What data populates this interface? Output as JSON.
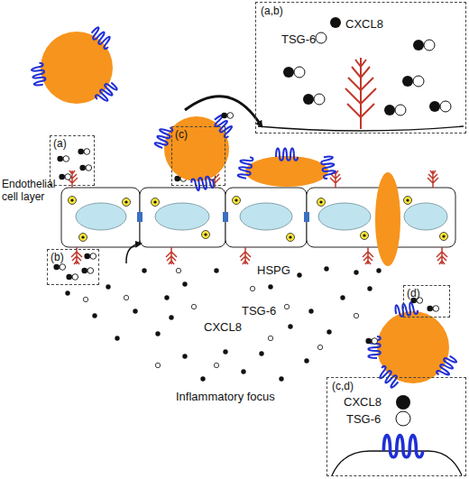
{
  "diagram": {
    "nodes": [
      {
        "text": [
          "(a,b)",
          "CXCL8",
          "TSG-6"
        ]
      },
      {
        "text": [
          "(a)"
        ]
      },
      {
        "text": [
          "(c)"
        ]
      },
      {
        "text": [
          "(b)"
        ]
      },
      {
        "text": [
          "(d)"
        ]
      },
      {
        "text": [
          "(c,d)",
          "CXCL8",
          "TSG-6"
        ]
      }
    ],
    "labels": [
      "Endothelial cell layer",
      "HSPG",
      "CXCL8",
      "TSG-6",
      "Inflammatory focus"
    ]
  }
}
